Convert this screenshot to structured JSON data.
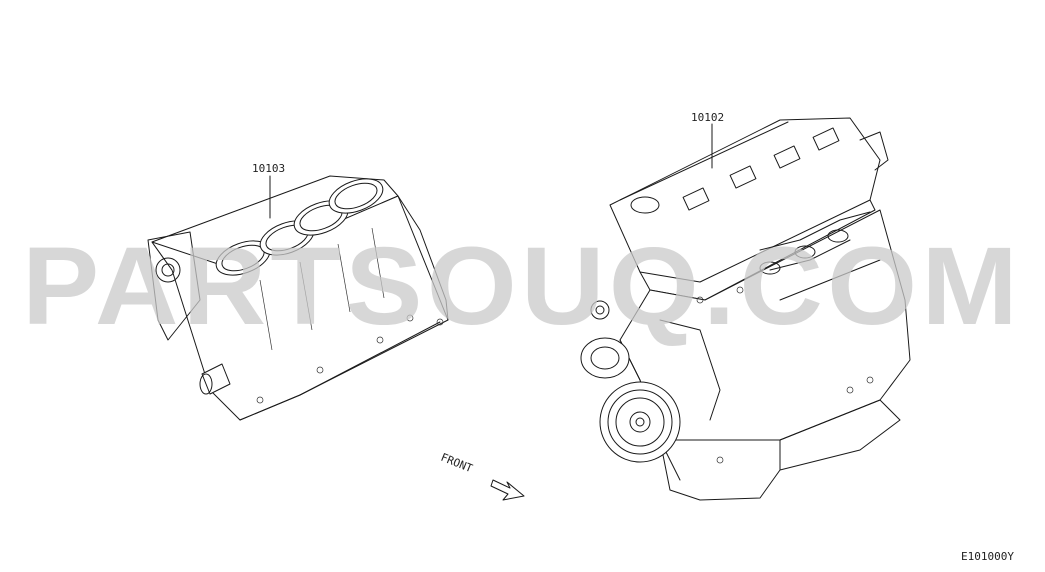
{
  "diagram": {
    "part_labels": {
      "short_block": "10103",
      "engine_assembly": "10102"
    },
    "direction_label": "FRONT",
    "figure_code": "E101000Y",
    "watermark_text": "PARTSOUQ.COM"
  }
}
